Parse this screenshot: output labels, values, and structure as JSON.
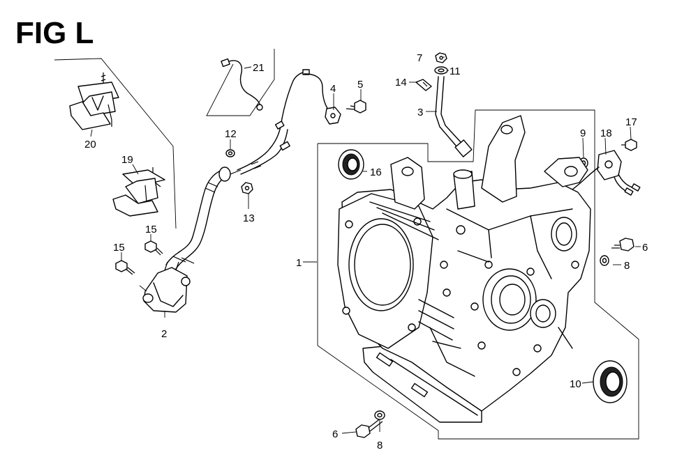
{
  "figure": {
    "title": "FIG L"
  },
  "callouts": [
    {
      "id": "c21",
      "text": "21"
    },
    {
      "id": "c7",
      "text": "7"
    },
    {
      "id": "c11",
      "text": "11"
    },
    {
      "id": "c14",
      "text": "14"
    },
    {
      "id": "c4",
      "text": "4"
    },
    {
      "id": "c5",
      "text": "5"
    },
    {
      "id": "c3",
      "text": "3"
    },
    {
      "id": "c20",
      "text": "20"
    },
    {
      "id": "c12",
      "text": "12"
    },
    {
      "id": "c9",
      "text": "9"
    },
    {
      "id": "c18",
      "text": "18"
    },
    {
      "id": "c17",
      "text": "17"
    },
    {
      "id": "c19",
      "text": "19"
    },
    {
      "id": "c16",
      "text": "16"
    },
    {
      "id": "c13",
      "text": "13"
    },
    {
      "id": "c15a",
      "text": "15"
    },
    {
      "id": "c15b",
      "text": "15"
    },
    {
      "id": "c6a",
      "text": "6"
    },
    {
      "id": "c8a",
      "text": "8"
    },
    {
      "id": "c1",
      "text": "1"
    },
    {
      "id": "c2",
      "text": "2"
    },
    {
      "id": "c10",
      "text": "10"
    },
    {
      "id": "c6b",
      "text": "6"
    },
    {
      "id": "c8b",
      "text": "8"
    }
  ]
}
